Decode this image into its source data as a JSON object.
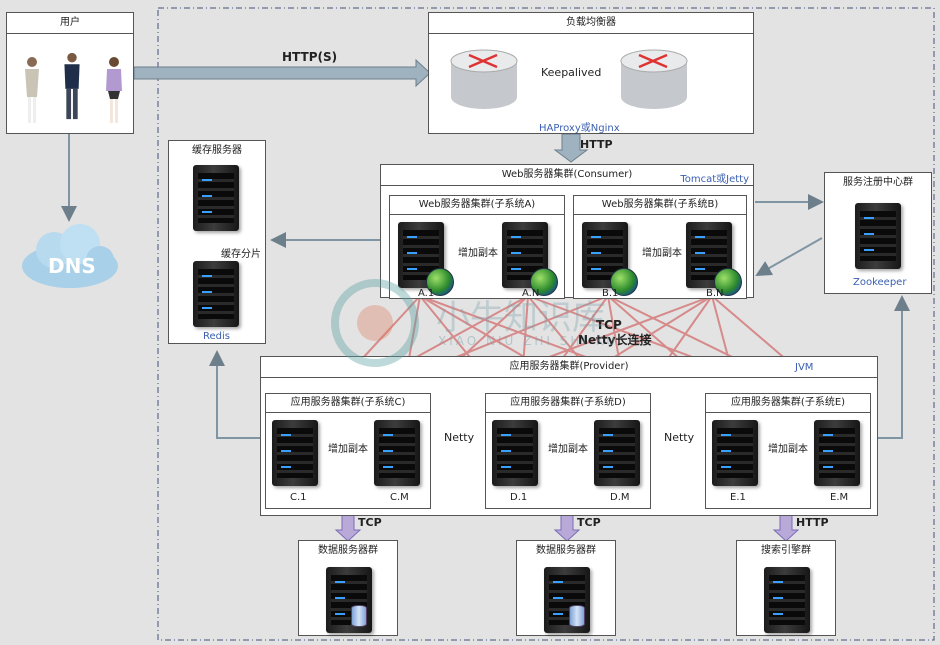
{
  "user": {
    "title": "用户"
  },
  "lb": {
    "title": "负载均衡器",
    "keepalived": "Keepalived",
    "sub": "HAProxy或Nginx"
  },
  "http_s": "HTTP(S)",
  "http": "HTTP",
  "dns": "DNS",
  "cache": {
    "title": "缓存服务器",
    "shard": "缓存分片",
    "sub": "Redis"
  },
  "web": {
    "title": "Web服务器集群(Consumer)",
    "sub": "Tomcat或Jetty",
    "a": {
      "title": "Web服务器集群(子系统A)",
      "rep": "增加副本",
      "n1": "A.1",
      "nm": "A.N"
    },
    "b": {
      "title": "Web服务器集群(子系统B)",
      "rep": "增加副本",
      "n1": "B.1",
      "nm": "B.N"
    }
  },
  "reg": {
    "title": "服务注册中心群",
    "sub": "Zookeeper"
  },
  "tcp_netty": {
    "tcp": "TCP",
    "netty_long": "Netty长连接"
  },
  "app": {
    "title": "应用服务器集群(Provider)",
    "sub": "JVM",
    "c": {
      "title": "应用服务器集群(子系统C)",
      "rep": "增加副本",
      "n1": "C.1",
      "nm": "C.M"
    },
    "d": {
      "title": "应用服务器集群(子系统D)",
      "rep": "增加副本",
      "n1": "D.1",
      "nm": "D.M"
    },
    "e": {
      "title": "应用服务器集群(子系统E)",
      "rep": "增加副本",
      "n1": "E.1",
      "nm": "E.M"
    }
  },
  "netty": "Netty",
  "tcp": "TCP",
  "data1": {
    "title": "数据服务器群"
  },
  "data2": {
    "title": "数据服务器群"
  },
  "search": {
    "title": "搜索引擎群"
  },
  "watermark": {
    "cn": "小牛知识库",
    "en": "XIAO NIU ZHI SHI KU"
  }
}
